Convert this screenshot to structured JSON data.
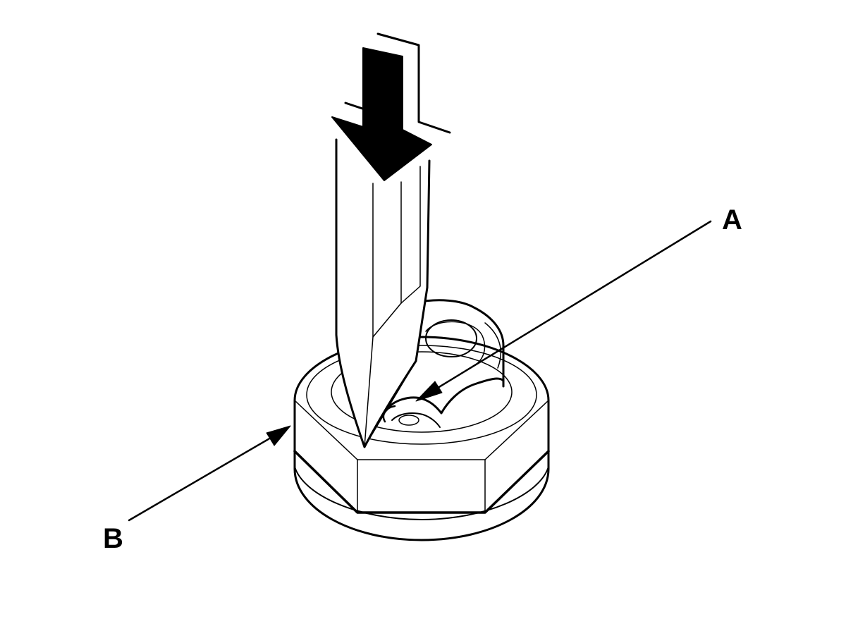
{
  "callouts": {
    "a": {
      "label": "A"
    },
    "b": {
      "label": "B"
    }
  },
  "icons": {
    "press_arrow": "down-arrow-icon",
    "tool": "punch-tool",
    "nut": "hex-lock-nut"
  },
  "colors": {
    "ink": "#000000",
    "paper": "#ffffff"
  }
}
